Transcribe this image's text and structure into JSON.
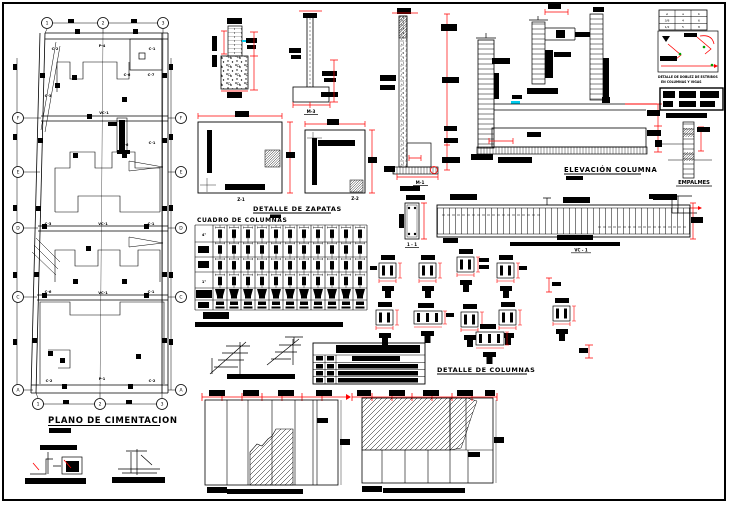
{
  "titles": {
    "plan": "PLANO DE CIMENTACION",
    "zapatas": "DETALLE DE ZAPATAS",
    "cuadro": "CUADRO DE COLUMNAS",
    "elevacion": "ELEVACIÓN COLUMNA",
    "columnas": "DETALLE DE COLUMNAS",
    "empalmes": "EMPALMES"
  },
  "plan": {
    "grid_cols": [
      "1",
      "2",
      "3"
    ],
    "grid_rows": [
      "F",
      "E",
      "D",
      "C",
      "A"
    ],
    "labels": [
      "C-2",
      "P-4",
      "C-1",
      "C-6",
      "C-7",
      "C-3",
      "VC-1",
      "C-6",
      "C-1",
      "C-3",
      "VC-1",
      "C-1",
      "C-6",
      "VC-1",
      "C-1",
      "C-2",
      "P-1",
      "C-2"
    ]
  },
  "details": {
    "z1": "Z-1",
    "z2": "Z-2",
    "m3": "M-3",
    "m1": "M-1",
    "sec11": "1 - 1",
    "vc1": "VC - 1"
  },
  "cuadro": {
    "row_first": "4°",
    "row_fourth": "1°"
  },
  "bend_table": {
    "rows": [
      [
        "ø",
        "a",
        "b"
      ],
      [
        "3/8",
        "4",
        "6"
      ],
      [
        "1/2",
        "5",
        "8"
      ]
    ]
  },
  "bend_caption": [
    "DETALLE DE DOBLEZ DE ESTRIBOS",
    "EN COLUMNAS Y VIGAS"
  ],
  "colors": {
    "line": "#000000",
    "dim": "#ff0000",
    "aux": "#00ccee",
    "node": "#00a000",
    "bg": "#ffffff"
  }
}
